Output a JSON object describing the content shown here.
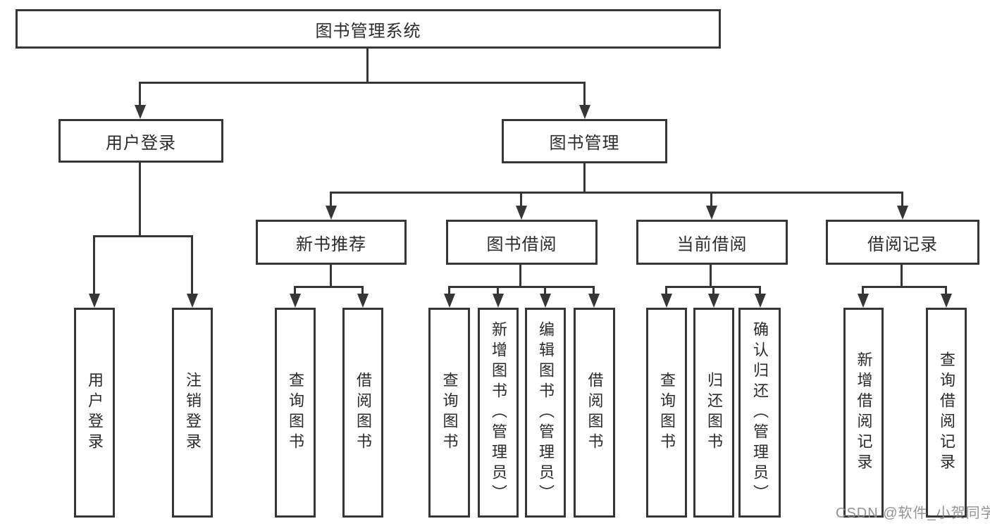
{
  "colors": {
    "line": "#363636",
    "text": "#2b2b2b",
    "watermark": "#8a8a8a",
    "background": "#ffffff"
  },
  "nodes": {
    "root": "图书管理系统",
    "user": {
      "label": "用户登录",
      "children": {
        "login": "用户登录",
        "logout": "注销登录"
      }
    },
    "books": {
      "label": "图书管理",
      "sections": {
        "new_books": {
          "label": "新书推荐",
          "children": {
            "query": "查询图书",
            "borrow": "借阅图书"
          }
        },
        "borrowing": {
          "label": "图书借阅",
          "children": {
            "query": "查询图书",
            "add": "新增图书（管理员）",
            "edit": "编辑图书（管理员）",
            "borrow": "借阅图书"
          }
        },
        "current": {
          "label": "当前借阅",
          "children": {
            "query": "查询图书",
            "return": "归还图书",
            "confirm": "确认归还（管理员）"
          }
        },
        "records": {
          "label": "借阅记录",
          "children": {
            "add": "新增借阅记录",
            "query": "查询借阅记录"
          }
        }
      }
    }
  },
  "watermark": {
    "text": "CSDN @软件_小贺同学"
  }
}
